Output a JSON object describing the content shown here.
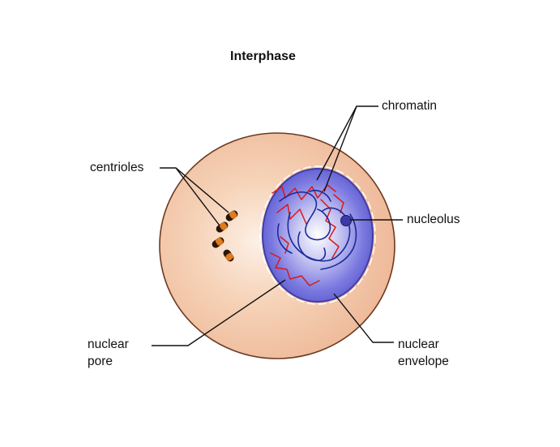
{
  "title": "Interphase",
  "labels": {
    "chromatin": "chromatin",
    "centrioles": "centrioles",
    "nucleolus": "nucleolus",
    "nuclear_pore": [
      "nuclear",
      "pore"
    ],
    "nuclear_envelope": [
      "nuclear",
      "envelope"
    ]
  },
  "colors": {
    "cytoplasm": "#f3c7a6",
    "cell_outline": "#6b3a22",
    "nucleus": "#6a6ad8",
    "chromatin_red": "#d81a1a",
    "chromatin_blue": "#1a2a9a",
    "centriole_dark": "#2a1608",
    "centriole_orange": "#e07a1c"
  }
}
